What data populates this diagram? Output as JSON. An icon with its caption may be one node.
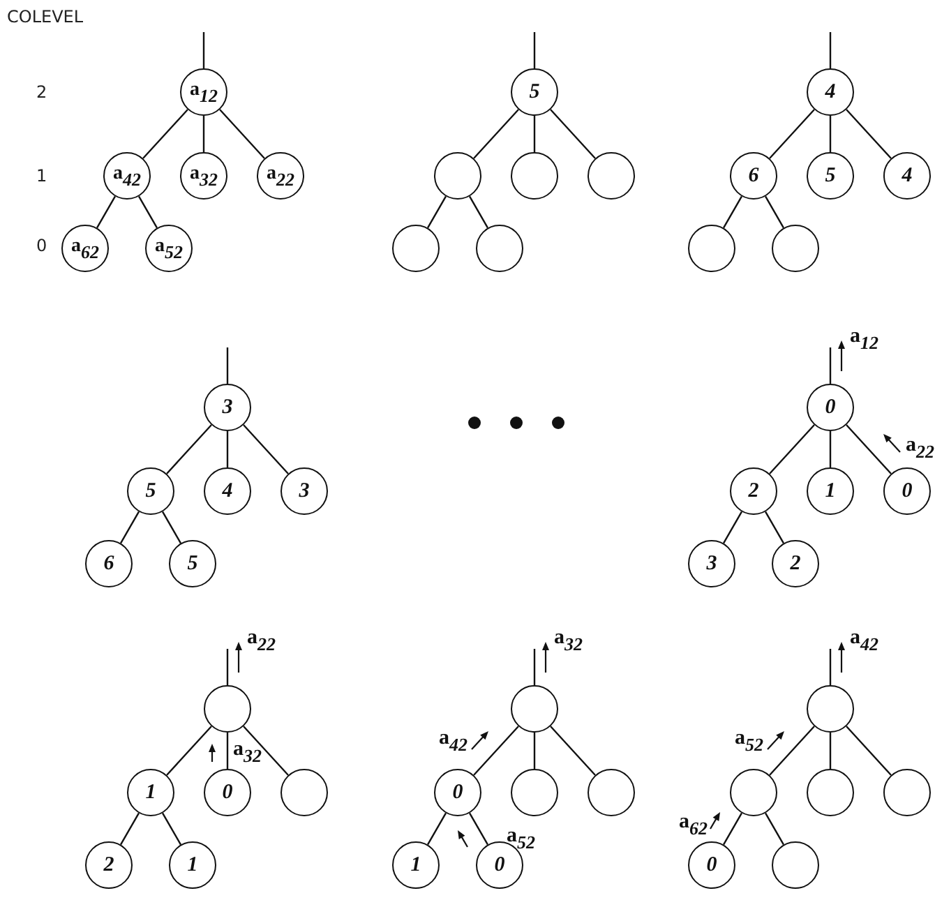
{
  "diagram": {
    "nodes": [
      {
        "text": [
          "a$_{12}$"
        ]
      },
      {
        "text": [
          "a$_{42}$"
        ]
      },
      {
        "text": [
          "a$_{32}$"
        ]
      },
      {
        "text": [
          "a$_{22}$"
        ]
      },
      {
        "text": [
          "a$_{62}$"
        ]
      },
      {
        "text": [
          "a$_{52}$"
        ]
      },
      {
        "text": [
          "5"
        ]
      },
      {
        "text": [],
        "shape": "circle"
      },
      {
        "text": [],
        "shape": "circle"
      },
      {
        "text": [],
        "shape": "circle"
      },
      {
        "text": [],
        "shape": "circle"
      },
      {
        "text": [],
        "shape": "circle"
      },
      {
        "text": [
          "4"
        ]
      },
      {
        "text": [
          "6"
        ]
      },
      {
        "text": [
          "5"
        ]
      },
      {
        "text": [
          "4"
        ]
      },
      {
        "text": [],
        "shape": "circle"
      },
      {
        "text": [],
        "shape": "circle"
      },
      {
        "text": [
          "3"
        ]
      },
      {
        "text": [
          "5"
        ]
      },
      {
        "text": [
          "4"
        ]
      },
      {
        "text": [
          "3"
        ]
      },
      {
        "text": [
          "6"
        ]
      },
      {
        "text": [
          "5"
        ]
      },
      {
        "text": [
          "0"
        ]
      },
      {
        "text": [
          "2"
        ]
      },
      {
        "text": [
          "1"
        ]
      },
      {
        "text": [
          "0"
        ]
      },
      {
        "text": [
          "3"
        ]
      },
      {
        "text": [
          "2"
        ]
      },
      {
        "text": [],
        "shape": "circle"
      },
      {
        "text": [
          "1"
        ]
      },
      {
        "text": [
          "0"
        ]
      },
      {
        "text": [],
        "shape": "circle"
      },
      {
        "text": [
          "2"
        ]
      },
      {
        "text": [
          "1"
        ]
      },
      {
        "text": [],
        "shape": "circle"
      },
      {
        "text": [
          "0"
        ]
      },
      {
        "text": [],
        "shape": "circle"
      },
      {
        "text": [],
        "shape": "circle"
      },
      {
        "text": [
          "1"
        ]
      },
      {
        "text": [
          "0"
        ]
      },
      {
        "text": [],
        "shape": "circle"
      },
      {
        "text": [],
        "shape": "circle"
      },
      {
        "text": [],
        "shape": "circle"
      },
      {
        "text": [],
        "shape": "circle"
      },
      {
        "text": [
          "0"
        ]
      },
      {
        "text": [],
        "shape": "circle"
      }
    ],
    "edges": [
      {
        "from": null,
        "to": 0,
        "arrow": "none"
      },
      {
        "from": 0,
        "to": 1,
        "arrow": "none"
      },
      {
        "from": 0,
        "to": 2,
        "arrow": "none"
      },
      {
        "from": 0,
        "to": 3,
        "arrow": "none"
      },
      {
        "from": 1,
        "to": 4,
        "arrow": "none"
      },
      {
        "from": 1,
        "to": 5,
        "arrow": "none"
      },
      {
        "from": null,
        "to": 6,
        "arrow": "none"
      },
      {
        "from": 6,
        "to": 7,
        "arrow": "none"
      },
      {
        "from": 6,
        "to": 8,
        "arrow": "none"
      },
      {
        "from": 6,
        "to": 9,
        "arrow": "none"
      },
      {
        "from": 7,
        "to": 10,
        "arrow": "none"
      },
      {
        "from": 7,
        "to": 11,
        "arrow": "none"
      },
      {
        "from": null,
        "to": 12,
        "arrow": "none"
      },
      {
        "from": 12,
        "to": 13,
        "arrow": "none"
      },
      {
        "from": 12,
        "to": 14,
        "arrow": "none"
      },
      {
        "from": 12,
        "to": 15,
        "arrow": "none"
      },
      {
        "from": 13,
        "to": 16,
        "arrow": "none"
      },
      {
        "from": 13,
        "to": 17,
        "arrow": "none"
      },
      {
        "from": null,
        "to": 18,
        "arrow": "none"
      },
      {
        "from": 18,
        "to": 19,
        "arrow": "none"
      },
      {
        "from": 18,
        "to": 20,
        "arrow": "none"
      },
      {
        "from": 18,
        "to": 21,
        "arrow": "none"
      },
      {
        "from": 19,
        "to": 22,
        "arrow": "none"
      },
      {
        "from": 19,
        "to": 23,
        "arrow": "none"
      },
      {
        "from": null,
        "to": 24,
        "arrow": "none"
      },
      {
        "from": 24,
        "to": 25,
        "arrow": "none"
      },
      {
        "from": 24,
        "to": 26,
        "arrow": "none"
      },
      {
        "from": 24,
        "to": 27,
        "arrow": "none"
      },
      {
        "from": 25,
        "to": 28,
        "arrow": "none"
      },
      {
        "from": 25,
        "to": 29,
        "arrow": "none"
      },
      {
        "from": null,
        "to": 30,
        "arrow": "none"
      },
      {
        "from": 30,
        "to": 31,
        "arrow": "none"
      },
      {
        "from": 30,
        "to": 32,
        "arrow": "none"
      },
      {
        "from": 30,
        "to": 33,
        "arrow": "none"
      },
      {
        "from": 31,
        "to": 34,
        "arrow": "none"
      },
      {
        "from": 31,
        "to": 35,
        "arrow": "none"
      },
      {
        "from": null,
        "to": 36,
        "arrow": "none"
      },
      {
        "from": 36,
        "to": 37,
        "arrow": "none"
      },
      {
        "from": 36,
        "to": 38,
        "arrow": "none"
      },
      {
        "from": 36,
        "to": 39,
        "arrow": "none"
      },
      {
        "from": 37,
        "to": 40,
        "arrow": "none"
      },
      {
        "from": 37,
        "to": 41,
        "arrow": "none"
      },
      {
        "from": null,
        "to": 42,
        "arrow": "none"
      },
      {
        "from": 42,
        "to": 43,
        "arrow": "none"
      },
      {
        "from": 42,
        "to": 44,
        "arrow": "none"
      },
      {
        "from": 42,
        "to": 45,
        "arrow": "none"
      },
      {
        "from": 43,
        "to": 46,
        "arrow": "none"
      },
      {
        "from": 43,
        "to": 47,
        "arrow": "none"
      }
    ],
    "labels": [
      "COLEVEL",
      "2",
      "1",
      "0",
      "a$_{12}$",
      "a$_{22}$",
      "a$_{22}$",
      "a$_{32}$",
      "a$_{32}$",
      "a$_{42}$",
      "a$_{52}$",
      "a$_{42}$",
      "a$_{52}$",
      "a$_{62}$"
    ]
  }
}
